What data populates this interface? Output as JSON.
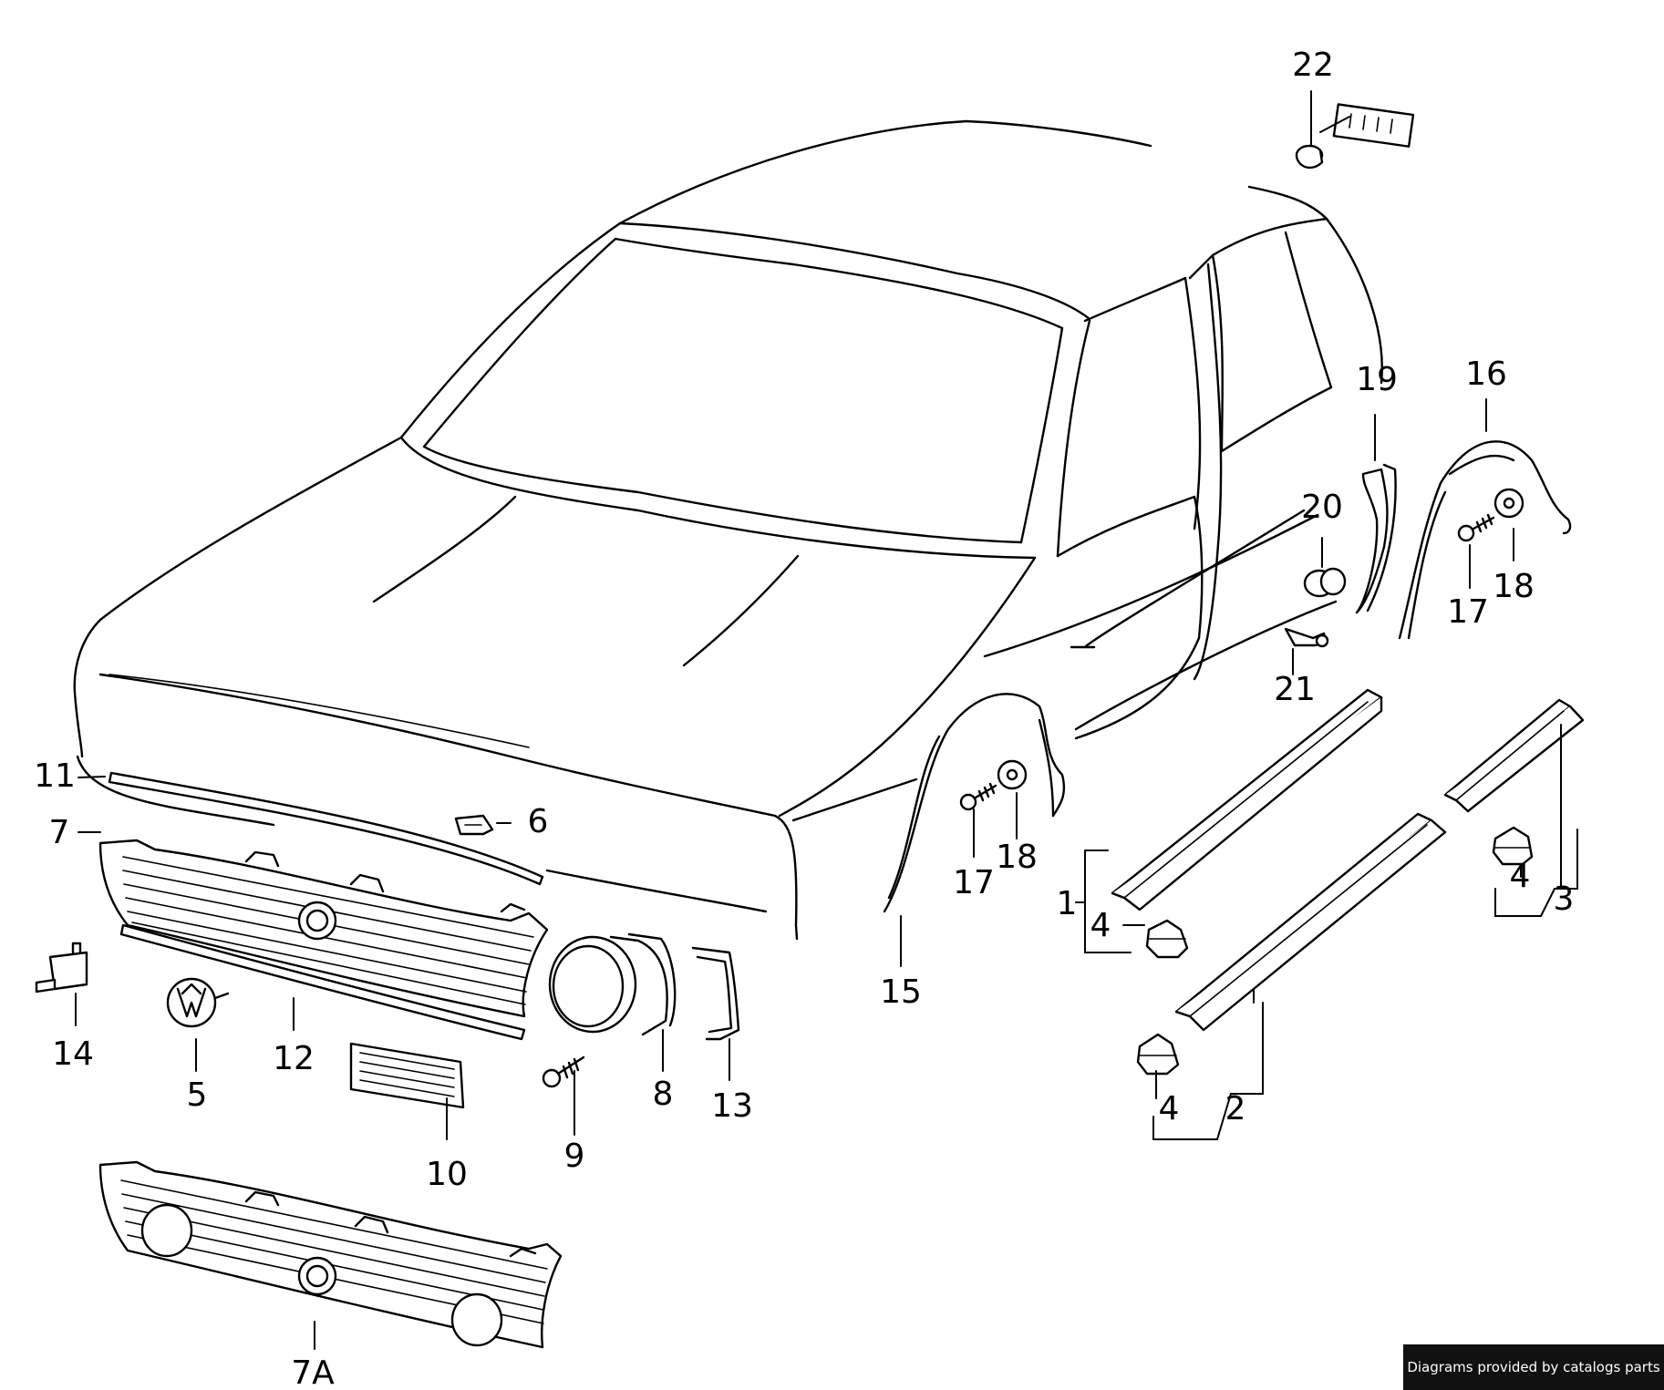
{
  "callouts": {
    "c1": "1",
    "c2": "2",
    "c3": "3",
    "c4a": "4",
    "c4b": "4",
    "c4c": "4",
    "c5": "5",
    "c6": "6",
    "c7": "7",
    "c7a": "7A",
    "c8": "8",
    "c9": "9",
    "c10": "10",
    "c11": "11",
    "c12": "12",
    "c13": "13",
    "c14": "14",
    "c15": "15",
    "c16": "16",
    "c17a": "17",
    "c17b": "17",
    "c18a": "18",
    "c18b": "18",
    "c19": "19",
    "c20": "20",
    "c21": "21",
    "c22": "22"
  },
  "footer": {
    "text": "Diagrams provided by catalogs parts"
  }
}
